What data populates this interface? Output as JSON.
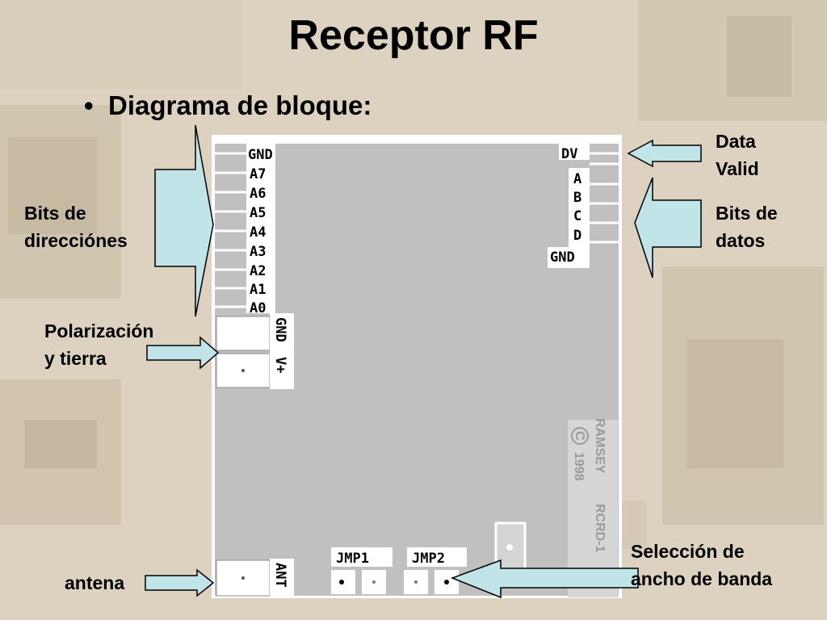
{
  "slide": {
    "title": "Receptor RF",
    "bullet": "•",
    "subtitle": "Diagrama de bloque:"
  },
  "board": {
    "left_pins": [
      "GND",
      "A7",
      "A6",
      "A5",
      "A4",
      "A3",
      "A2",
      "A1",
      "A0"
    ],
    "right_pins": [
      "DV",
      "A",
      "B",
      "C",
      "D",
      "GND"
    ],
    "power_pins": [
      "GND",
      "V+"
    ],
    "antenna_pin": "ANT",
    "jumpers": [
      "JMP1",
      "JMP2"
    ],
    "watermark": [
      "RAMSEY",
      "1998",
      "RCRD-1"
    ],
    "copyright_symbol": "C"
  },
  "labels": {
    "data_valid": "Data\nValid",
    "data_bits": "Bits de\ndatos",
    "address_bits": "Bits de\ndirecciónes",
    "power": "Polarización\ny tierra",
    "antenna": "antena",
    "bandwidth": "Selección de\nancho de banda"
  },
  "colors": {
    "arrow_fill": "#c0e4e8",
    "arrow_stroke": "#000000",
    "board_fill": "#c0c0c0"
  }
}
